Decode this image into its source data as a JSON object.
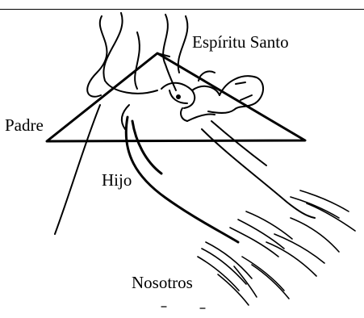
{
  "figure": {
    "labels": {
      "espiritu_santo": "Espíritu Santo",
      "padre": "Padre",
      "hijo": "Hijo",
      "nosotros": "Nosotros"
    },
    "colors": {
      "ink": "#000000",
      "background": "#ffffff"
    },
    "icons": [
      "dove-icon",
      "praying-hands-icon"
    ]
  }
}
